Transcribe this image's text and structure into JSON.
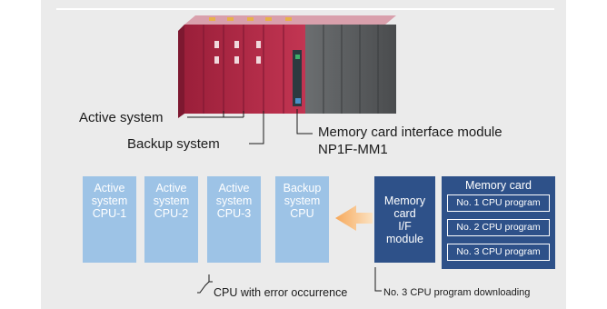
{
  "hardware": {
    "active_label": "Active system",
    "backup_label": "Backup system",
    "module_label_line1": "Memory card interface module",
    "module_label_line2": "NP1F-MM1"
  },
  "cpus": [
    {
      "line1": "Active",
      "line2": "system",
      "line3": "CPU-1"
    },
    {
      "line1": "Active",
      "line2": "system",
      "line3": "CPU-2"
    },
    {
      "line1": "Active",
      "line2": "system",
      "line3": "CPU-3"
    },
    {
      "line1": "Backup",
      "line2": "system",
      "line3": "CPU"
    }
  ],
  "module_box": {
    "line1": "Memory",
    "line2": "card",
    "line3": "I/F",
    "line4": "module"
  },
  "memory_card": {
    "title": "Memory card",
    "programs": [
      "No. 1 CPU program",
      "No. 2 CPU program",
      "No. 3 CPU program"
    ]
  },
  "notes": {
    "error": "CPU with error occurrence",
    "download": "No. 3 CPU program downloading"
  },
  "colors": {
    "panel": "#ebebeb",
    "cpu_fill": "#9dc3e6",
    "module_fill": "#2e5189",
    "arrow": "#f7b36a"
  }
}
